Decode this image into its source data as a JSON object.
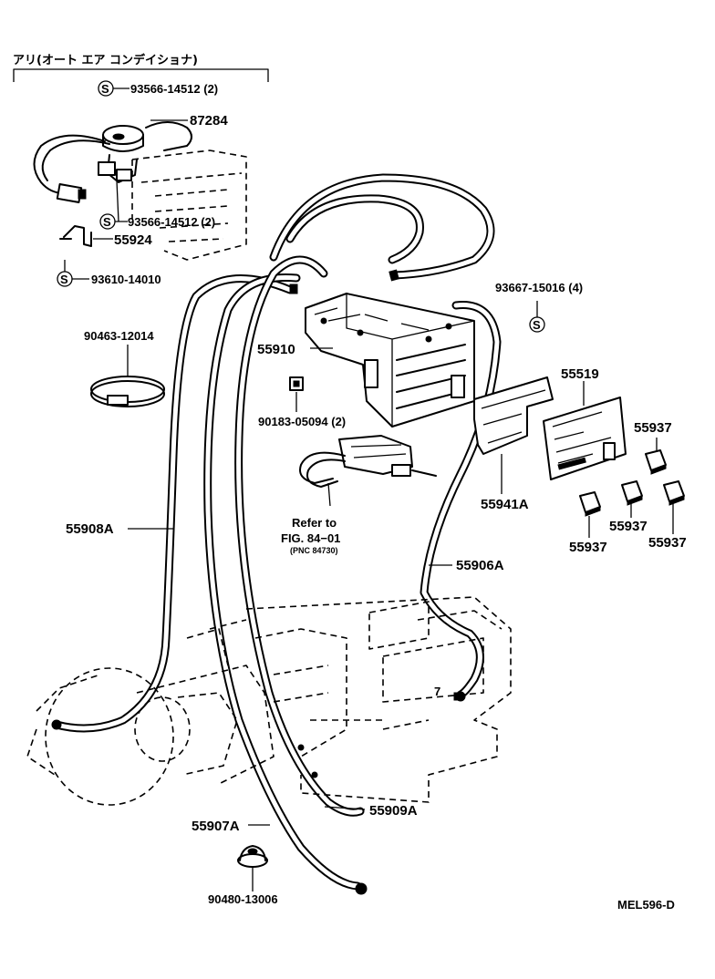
{
  "header": {
    "option_text": "アリ(オート エア コンデイショナ)"
  },
  "symbols": {
    "std_part_mark": "S"
  },
  "parts": {
    "p_93566_top": "93566-14512 (2)",
    "p_87284": "87284",
    "p_93566_mid": "93566-14512 (2)",
    "p_55924": "55924",
    "p_93610": "93610-14010",
    "p_93667": "93667-15016 (4)",
    "p_90463": "90463-12014",
    "p_55910": "55910",
    "p_55519": "55519",
    "p_90183": "90183-05094 (2)",
    "p_55937_a": "55937",
    "p_55937_b": "55937",
    "p_55937_c": "55937",
    "p_55937_d": "55937",
    "p_55941a": "55941A",
    "p_55908a": "55908A",
    "p_55906a": "55906A",
    "p_55909a": "55909A",
    "p_55907a": "55907A",
    "p_90480": "90480-13006"
  },
  "reference": {
    "line1": "Refer to",
    "line2": "FIG. 84−01",
    "line3": "(PNC 84730)"
  },
  "callout_7": "7",
  "drawing_code": "MEL596-D",
  "colors": {
    "ink": "#000000",
    "paper": "#ffffff"
  }
}
